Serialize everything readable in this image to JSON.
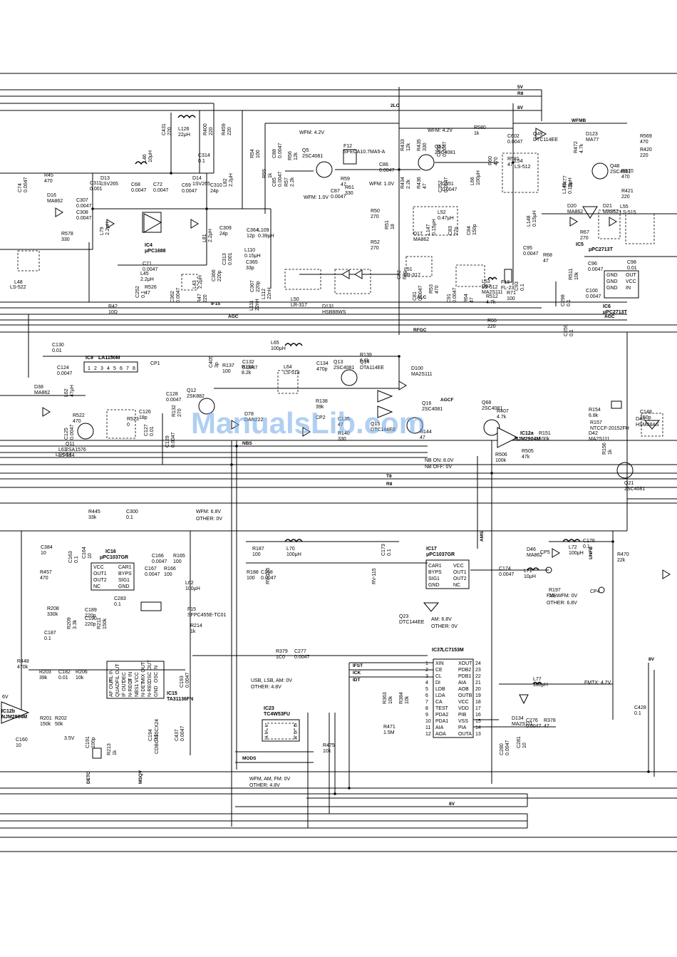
{
  "watermark": "ManualsLib.com",
  "nets": {
    "v5": "5V",
    "r8": "R8",
    "lo2": "2LO",
    "v8_top": "8V",
    "wfmb": "WFMB",
    "if15": "IF15",
    "alc": "ALC",
    "agc1": "AGC",
    "agc2": "AGC",
    "nbs": "NBS",
    "t8": "T8",
    "r8_mid": "R8",
    "rfgc": "RFGC",
    "agcf": "AGCF",
    "ams": "AMS",
    "unfb": "UNFB",
    "ifst": "IFST",
    "ick": "ICK",
    "idt": "IDT",
    "mods": "MODS",
    "deto": "DETO",
    "msqv": "MSQV",
    "v8_bot": "8V",
    "v8_right": "8V"
  },
  "notes": {
    "wfm42a": "WFM: 4.2V",
    "wfm42b": "WFM: 4.2V",
    "wfm10a": "WFM: 1.0V",
    "wfm10b": "WFM: 1.0V",
    "nbon": "NB ON: 8.0V",
    "nboff": "NB OFF: 0V",
    "wfm68": "WFM: 6.8V",
    "other0": "OTHER: 0V",
    "fm0": "FM, WFM: 0V",
    "other68": "OTHER: 6.8V",
    "am68": "AM: 6.8V",
    "other0b": "OTHER: 0V",
    "usb1": "USB, LSB, AM: 0V",
    "usb2": "OTHER: 4.8V",
    "wfm_am1": "WFM, AM, FM: 0V",
    "wfm_am2": "OTHER: 4.8V",
    "fmtx": "FMTX: 4.2V",
    "v35": "3.5V",
    "v6": "6V"
  },
  "ics": {
    "ic4": {
      "ref": "IC4",
      "part": "μPC1688"
    },
    "ic5": {
      "ref": "IC5",
      "part": "μPC2713T"
    },
    "ic6": {
      "ref": "IC6",
      "part": "μPC2713T"
    },
    "ic9": {
      "ref": "IC9",
      "part": "LA1150M"
    },
    "ic12a": {
      "ref": "IC12a",
      "part": "NJM2904M"
    },
    "ic12b": {
      "ref": "IC12b",
      "part": "NJM2904M"
    },
    "ic15": {
      "ref": "IC15",
      "part": "TA31136FN"
    },
    "ic16": {
      "ref": "IC16",
      "part": "μPC1037GR"
    },
    "ic17": {
      "ref": "IC17",
      "part": "μPC1037GR"
    },
    "ic23": {
      "ref": "IC23",
      "part": "TC4W53FU"
    },
    "ic37": {
      "ref": "IC37",
      "part": "LC7153M"
    }
  },
  "pins": {
    "ic6": [
      "GND",
      "OUT",
      "GND",
      "GND",
      "IN",
      "VCC"
    ],
    "ic16": [
      "VCC",
      "CAR1",
      "OUT1",
      "BYPS",
      "OUT2",
      "SIG1",
      "NC",
      "GND"
    ],
    "ic17": [
      "CAR1",
      "VCC",
      "BYPS",
      "OUT1",
      "SIG1",
      "OUT2",
      "GND",
      "NC"
    ],
    "ic15_top": [
      "FIL IN",
      "FIL OUT",
      "DEC",
      "IF IN",
      "VCC",
      "MIX OUT",
      "OSC OUT",
      "OSC IN"
    ],
    "ic15_bot": [
      "AF OUT",
      "QUAD",
      "IF OUT",
      "N-RECT",
      "NBS1",
      "N-DET",
      "N-REC",
      "GND"
    ],
    "ic37_left": [
      "XIN",
      "CE",
      "CL",
      "DI",
      "LDB",
      "LDA",
      "CA",
      "TEST",
      "PDA2",
      "PDA1",
      "AIA",
      "AOA"
    ],
    "ic37_right": [
      "XOUT",
      "PDB2",
      "PDB1",
      "AIA",
      "AOB",
      "OUTB",
      "VCC",
      "VDD",
      "PIB",
      "VSS",
      "PIA",
      "OUTA"
    ],
    "ic37_nums_l": [
      "1",
      "2",
      "3",
      "4",
      "5",
      "6",
      "7",
      "8",
      "9",
      "10",
      "11",
      "12"
    ],
    "ic37_nums_r": [
      "24",
      "23",
      "22",
      "21",
      "20",
      "19",
      "18",
      "17",
      "16",
      "15",
      "14",
      "13"
    ],
    "ic9_nums": [
      "1",
      "2",
      "3",
      "4",
      "5",
      "6",
      "7",
      "8"
    ],
    "ic23_nums": [
      "1",
      "2",
      "3",
      "4",
      "5",
      "6"
    ]
  },
  "transistors": [
    {
      "ref": "Q5",
      "part": "2SC4081"
    },
    {
      "ref": "Q52",
      "part": "2SC4081"
    },
    {
      "ref": "Q49",
      "part": "DTC114EE"
    },
    {
      "ref": "Q48",
      "part": "2SC4081"
    },
    {
      "ref": "Q11",
      "part": "2SA1576"
    },
    {
      "ref": "Q12",
      "part": "2SK882"
    },
    {
      "ref": "Q13",
      "part": "2SC4081"
    },
    {
      "ref": "Q14",
      "part": "DTA114EE"
    },
    {
      "ref": "Q16",
      "part": "2SC4081"
    },
    {
      "ref": "Q15",
      "part": "DTC144EE"
    },
    {
      "ref": "Q68",
      "part": "2SC4081"
    },
    {
      "ref": "Q21",
      "part": "2SC4081"
    },
    {
      "ref": "Q23",
      "part": "DTC144EE"
    }
  ],
  "diodes": [
    {
      "ref": "D16",
      "part": "MA862"
    },
    {
      "ref": "D13",
      "part": "1SV265"
    },
    {
      "ref": "D14",
      "part": "1SV265"
    },
    {
      "ref": "D17",
      "part": "MA862"
    },
    {
      "ref": "D131",
      "part": "HSB88WS"
    },
    {
      "ref": "D97",
      "part": "MA2S111"
    },
    {
      "ref": "D20",
      "part": "MA862"
    },
    {
      "ref": "D21",
      "part": "MA862"
    },
    {
      "ref": "D123",
      "part": "MA77"
    },
    {
      "ref": "D38",
      "part": "MA862"
    },
    {
      "ref": "D78",
      "part": "DAN222"
    },
    {
      "ref": "D100",
      "part": "MA2S111"
    },
    {
      "ref": "D42",
      "part": "MA2S111"
    },
    {
      "ref": "D43",
      "part": "HSM88AS"
    },
    {
      "ref": "D46",
      "part": "MA862"
    },
    {
      "ref": "D134",
      "part": "MA2S111"
    }
  ],
  "components": [
    {
      "ref": "R45",
      "val": "470"
    },
    {
      "ref": "C74",
      "val": "0.0047"
    },
    {
      "ref": "L126",
      "val": "22μH"
    },
    {
      "ref": "C431",
      "val": "220"
    },
    {
      "ref": "R400",
      "val": "220"
    },
    {
      "ref": "R459",
      "val": "220"
    },
    {
      "ref": "L46",
      "val": "10μH"
    },
    {
      "ref": "C314",
      "val": "0.1"
    },
    {
      "ref": "C311",
      "val": "0.001"
    },
    {
      "ref": "C307",
      "val": "0.0047"
    },
    {
      "ref": "C68",
      "val": "0.0047"
    },
    {
      "ref": "C72",
      "val": "0.0047"
    },
    {
      "ref": "C69",
      "val": "0.0047"
    },
    {
      "ref": "C310",
      "val": "24p"
    },
    {
      "ref": "C309",
      "val": "24p"
    },
    {
      "ref": "L82",
      "val": "2.2μH"
    },
    {
      "ref": "R578",
      "val": "330"
    },
    {
      "ref": "C308",
      "val": "0.0047"
    },
    {
      "ref": "L81",
      "val": "2.2μH"
    },
    {
      "ref": "L79",
      "val": "2.2μH"
    },
    {
      "ref": "C71",
      "val": "0.0047"
    },
    {
      "ref": "L45",
      "val": "2.2μH"
    },
    {
      "ref": "R526",
      "val": "47"
    },
    {
      "ref": "R42",
      "val": "10Ω"
    },
    {
      "ref": "C252",
      "val": "0.1"
    },
    {
      "ref": "C362",
      "val": "0.0047"
    },
    {
      "ref": "R47",
      "val": "220"
    },
    {
      "ref": "L43",
      "val": "2.2μH"
    },
    {
      "ref": "C366",
      "val": "220p"
    },
    {
      "ref": "C313",
      "val": "0.001"
    },
    {
      "ref": "C364",
      "val": "12p"
    },
    {
      "ref": "L109",
      "val": "0.39μH"
    },
    {
      "ref": "L110",
      "val": "0.15μH"
    },
    {
      "ref": "C365",
      "val": "33p"
    },
    {
      "ref": "C367",
      "val": "220p"
    },
    {
      "ref": "L112",
      "val": "22nH"
    },
    {
      "ref": "L111",
      "val": "22nH"
    },
    {
      "ref": "L50",
      "val": "LR-317"
    },
    {
      "ref": "L51",
      "val": "LR-317"
    },
    {
      "ref": "R54",
      "val": "100"
    },
    {
      "ref": "R55",
      "val": "1k"
    },
    {
      "ref": "C88",
      "val": "0.0047"
    },
    {
      "ref": "C85",
      "val": "0.0047"
    },
    {
      "ref": "R56",
      "val": "12k"
    },
    {
      "ref": "R57",
      "val": "2.2k"
    },
    {
      "ref": "C87",
      "val": "0.0047"
    },
    {
      "ref": "R59",
      "val": "47"
    },
    {
      "ref": "R61",
      "val": "330"
    },
    {
      "ref": "C86",
      "val": "0.0047"
    },
    {
      "ref": "F12",
      "val": "SFECA10.7MA5-A"
    },
    {
      "ref": "R433",
      "val": "12k"
    },
    {
      "ref": "R434",
      "val": "2.2k"
    },
    {
      "ref": "R435",
      "val": "330"
    },
    {
      "ref": "R436",
      "val": "47"
    },
    {
      "ref": "C350",
      "val": "0.0047"
    },
    {
      "ref": "C351",
      "val": "0.0047"
    },
    {
      "ref": "C352",
      "val": "0.0047"
    },
    {
      "ref": "L66",
      "val": "100μH"
    },
    {
      "ref": "R60",
      "val": "470"
    },
    {
      "ref": "R50",
      "val": "270"
    },
    {
      "ref": "R51",
      "val": "18"
    },
    {
      "ref": "R52",
      "val": "270"
    },
    {
      "ref": "L52",
      "val": "0.47μH"
    },
    {
      "ref": "L147",
      "val": "0.15μH"
    },
    {
      "ref": "C83",
      "val": "27p"
    },
    {
      "ref": "C84",
      "val": "150p"
    },
    {
      "ref": "C81",
      "val": "0.0047"
    },
    {
      "ref": "C82",
      "val": "68p"
    },
    {
      "ref": "R53",
      "val": "470"
    },
    {
      "ref": "C91",
      "val": "0.0047"
    },
    {
      "ref": "R64",
      "val": "47"
    },
    {
      "ref": "R512",
      "val": "4.7k"
    },
    {
      "ref": "R66",
      "val": "220"
    },
    {
      "ref": "R71",
      "val": "100"
    },
    {
      "ref": "C93",
      "val": "0.1"
    },
    {
      "ref": "F13",
      "val": "FL-23"
    },
    {
      "ref": "L53",
      "val": "LS-512"
    },
    {
      "ref": "L54",
      "val": "LS-512"
    },
    {
      "ref": "R580",
      "val": "1k"
    },
    {
      "ref": "C602",
      "val": "0.0047"
    },
    {
      "ref": "R581",
      "val": "47"
    },
    {
      "ref": "R472",
      "val": "4.7k"
    },
    {
      "ref": "R477",
      "val": "1k"
    },
    {
      "ref": "R569",
      "val": "470"
    },
    {
      "ref": "R420",
      "val": "220"
    },
    {
      "ref": "R570",
      "val": "470"
    },
    {
      "ref": "R421",
      "val": "220"
    },
    {
      "ref": "L148",
      "val": "0.15μH"
    },
    {
      "ref": "L149",
      "val": "0.15μH"
    },
    {
      "ref": "R67",
      "val": "270"
    },
    {
      "ref": "L55",
      "val": "LS-515"
    },
    {
      "ref": "C95",
      "val": "0.0047"
    },
    {
      "ref": "R68",
      "val": "47"
    },
    {
      "ref": "R511",
      "val": "10k"
    },
    {
      "ref": "C96",
      "val": "0.0047"
    },
    {
      "ref": "C98",
      "val": "0.01"
    },
    {
      "ref": "C100",
      "val": "0.0047"
    },
    {
      "ref": "C298",
      "val": "0.1"
    },
    {
      "ref": "C259",
      "val": "0.1"
    },
    {
      "ref": "R156",
      "val": "1k"
    },
    {
      "ref": "C130",
      "val": "0.01"
    },
    {
      "ref": "L65",
      "val": "100μH"
    },
    {
      "ref": "C124",
      "val": "0.0047"
    },
    {
      "ref": "L62",
      "val": "47μH"
    },
    {
      "ref": "C125",
      "val": "0.0047"
    },
    {
      "ref": "R522",
      "val": "470"
    },
    {
      "ref": "L63",
      "val": "LS-514"
    },
    {
      "ref": "C126",
      "val": "18p"
    },
    {
      "ref": "R523",
      "val": "0"
    },
    {
      "ref": "C127",
      "val": "0.01"
    },
    {
      "ref": "C128",
      "val": "0.0047"
    },
    {
      "ref": "C129",
      "val": "0.0047"
    },
    {
      "ref": "R132",
      "val": "270"
    },
    {
      "ref": "R137",
      "val": "100"
    },
    {
      "ref": "R134",
      "val": "8.2k"
    },
    {
      "ref": "C132",
      "val": "0.0047"
    },
    {
      "ref": "C405",
      "val": "3p"
    },
    {
      "ref": "L64",
      "val": "LS-513"
    },
    {
      "ref": "C134",
      "val": "470p"
    },
    {
      "ref": "R139",
      "val": "6.8k"
    },
    {
      "ref": "R138",
      "val": "39k"
    },
    {
      "ref": "R140",
      "val": "330"
    },
    {
      "ref": "R144",
      "val": "47"
    },
    {
      "ref": "C135",
      "val": "47"
    },
    {
      "ref": "R407",
      "val": "4.7k"
    },
    {
      "ref": "R506",
      "val": "100k"
    },
    {
      "ref": "R505",
      "val": "47k"
    },
    {
      "ref": "R151",
      "val": "100k"
    },
    {
      "ref": "R154",
      "val": "6.8k"
    },
    {
      "ref": "R157",
      "val": "NTCCF-20152FH"
    },
    {
      "ref": "C148",
      "val": "150p"
    },
    {
      "ref": "R445",
      "val": "33k"
    },
    {
      "ref": "C300",
      "val": "0.1"
    },
    {
      "ref": "C163",
      "val": "0.1"
    },
    {
      "ref": "C164",
      "val": "10"
    },
    {
      "ref": "C166",
      "val": "0.0047"
    },
    {
      "ref": "R165",
      "val": "100"
    },
    {
      "ref": "C167",
      "val": "0.0047"
    },
    {
      "ref": "R166",
      "val": "100"
    },
    {
      "ref": "R187",
      "val": "100"
    },
    {
      "ref": "L70",
      "val": "100μH"
    },
    {
      "ref": "R188",
      "val": "100"
    },
    {
      "ref": "C168",
      "val": "0.0047"
    },
    {
      "ref": "C173",
      "val": "0.1"
    },
    {
      "ref": "C174",
      "val": "0.0047"
    },
    {
      "ref": "L71",
      "val": "10μH"
    },
    {
      "ref": "R197",
      "val": "10k"
    },
    {
      "ref": "L72",
      "val": "100μH"
    },
    {
      "ref": "C176",
      "val": "0.1"
    },
    {
      "ref": "R470",
      "val": "22k"
    },
    {
      "ref": "C283",
      "val": "0.1"
    },
    {
      "ref": "L62b",
      "val": "100μH"
    },
    {
      "ref": "F15",
      "val": "SFPC455E-TC01"
    },
    {
      "ref": "R214",
      "val": "1k"
    },
    {
      "ref": "R208",
      "val": "330k"
    },
    {
      "ref": "C189",
      "val": "220p"
    },
    {
      "ref": "R209",
      "val": "3.3k"
    },
    {
      "ref": "C190",
      "val": "220p"
    },
    {
      "ref": "R211",
      "val": "150k"
    },
    {
      "ref": "C187",
      "val": "0.1"
    },
    {
      "ref": "R203",
      "val": "39k"
    },
    {
      "ref": "C182",
      "val": "0.01"
    },
    {
      "ref": "R206",
      "val": "10k"
    },
    {
      "ref": "R201",
      "val": "150k"
    },
    {
      "ref": "R202",
      "val": "50k"
    },
    {
      "ref": "C191",
      "val": "100p"
    },
    {
      "ref": "R213",
      "val": "1k"
    },
    {
      "ref": "C194",
      "val": "0.1"
    },
    {
      "ref": "C437",
      "val": "0.0047"
    },
    {
      "ref": "C193",
      "val": "0.0047"
    },
    {
      "ref": "R379",
      "val": "1C0"
    },
    {
      "ref": "C277",
      "val": "0.0047"
    },
    {
      "ref": "R475",
      "val": "10k"
    },
    {
      "ref": "C428",
      "val": "0.1"
    },
    {
      "ref": "L77",
      "val": "100μH"
    },
    {
      "ref": "C276",
      "val": "0.0047"
    },
    {
      "ref": "R378",
      "val": "47"
    },
    {
      "ref": "C280",
      "val": "0.0047"
    },
    {
      "ref": "C281",
      "val": "10"
    },
    {
      "ref": "R471",
      "val": "1.5M"
    },
    {
      "ref": "R448",
      "val": "470k"
    },
    {
      "ref": "R457",
      "val": "470"
    },
    {
      "ref": "C384",
      "val": "10"
    },
    {
      "ref": "C160",
      "val": "10"
    },
    {
      "ref": "R363",
      "val": "10k"
    },
    {
      "ref": "R384",
      "val": "10k"
    }
  ],
  "misc_labels": {
    "cp1": "CP1",
    "cp2": "CP2",
    "cp4": "CP4",
    "cp5": "CP5",
    "ls514": "LS-514",
    "ls513": "LS-513",
    "ls522": "LS-522",
    "l48": "L48",
    "l60": "L60",
    "rv195": "RV-195",
    "rv115": "RV-115",
    "cd_lbl": "CDBC455CX24"
  }
}
